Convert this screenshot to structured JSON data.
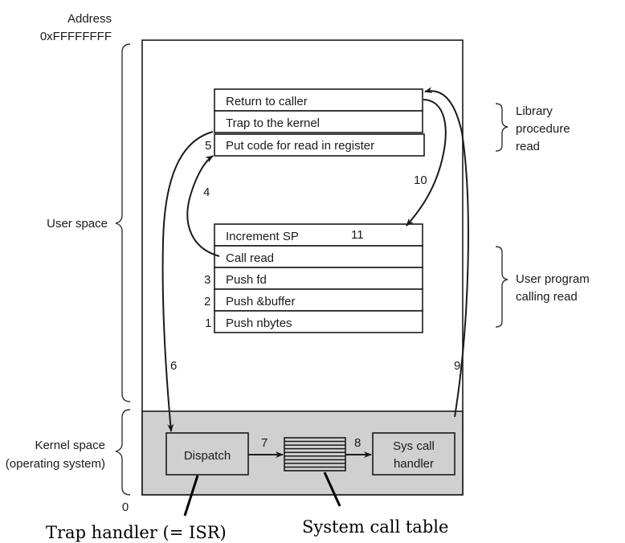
{
  "address": {
    "label": "Address",
    "top_value": "0xFFFFFFFF",
    "bottom_value": "0"
  },
  "regions": {
    "user_space": "User space",
    "kernel_space_line1": "Kernel space",
    "kernel_space_line2": "(operating system)"
  },
  "library_stack": {
    "rows": [
      "Return to caller",
      "Trap to the kernel",
      "Put code for read in register"
    ],
    "step_labels": {
      "put_code": "5"
    },
    "annotation": [
      "Library",
      "procedure",
      "read"
    ]
  },
  "user_stack": {
    "rows": [
      "Increment SP",
      "Call read",
      "Push fd",
      "Push &buffer",
      "Push nbytes"
    ],
    "step_labels": {
      "increment_sp": "11",
      "push_fd": "3",
      "push_buffer": "2",
      "push_nbytes": "1"
    },
    "annotation": [
      "User program",
      "calling read"
    ]
  },
  "kernel": {
    "dispatch_label": "Dispatch",
    "handler_line1": "Sys call",
    "handler_line2": "handler",
    "table_rows": 9
  },
  "arrows": {
    "step4": "4",
    "step6": "6",
    "step7": "7",
    "step8": "8",
    "step9": "9",
    "step10": "10"
  },
  "callouts": {
    "trap_handler": "Trap handler (= ISR)",
    "system_call_table": "System call table"
  },
  "colors": {
    "kernel_fill": "#d0d0d0",
    "line": "#1a1a1a"
  }
}
